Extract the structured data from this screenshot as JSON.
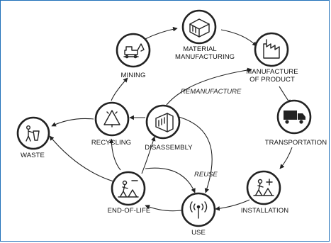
{
  "nodes": {
    "material_manufacturing": {
      "label_line1": "MATERIAL",
      "label_line2": "MANUFACTURING"
    },
    "manufacture_of_product": {
      "label_line1": "MANUFACTURE",
      "label_line2": "OF PRODUCT"
    },
    "transportation": {
      "label": "TRANSPORTATION"
    },
    "installation": {
      "label": "INSTALLATION"
    },
    "use": {
      "label": "USE"
    },
    "end_of_life": {
      "label": "END-OF-LIFE"
    },
    "waste": {
      "label": "WASTE"
    },
    "recycling": {
      "label": "RECYCLING"
    },
    "disassembly": {
      "label": "DISASSEMBLY"
    },
    "mining": {
      "label": "MINING"
    }
  },
  "flows": {
    "remanufacture": "REMANUFACTURE",
    "reuse": "REUSE"
  },
  "colors": {
    "stroke": "#222222",
    "frame": "#1f6fb8"
  }
}
